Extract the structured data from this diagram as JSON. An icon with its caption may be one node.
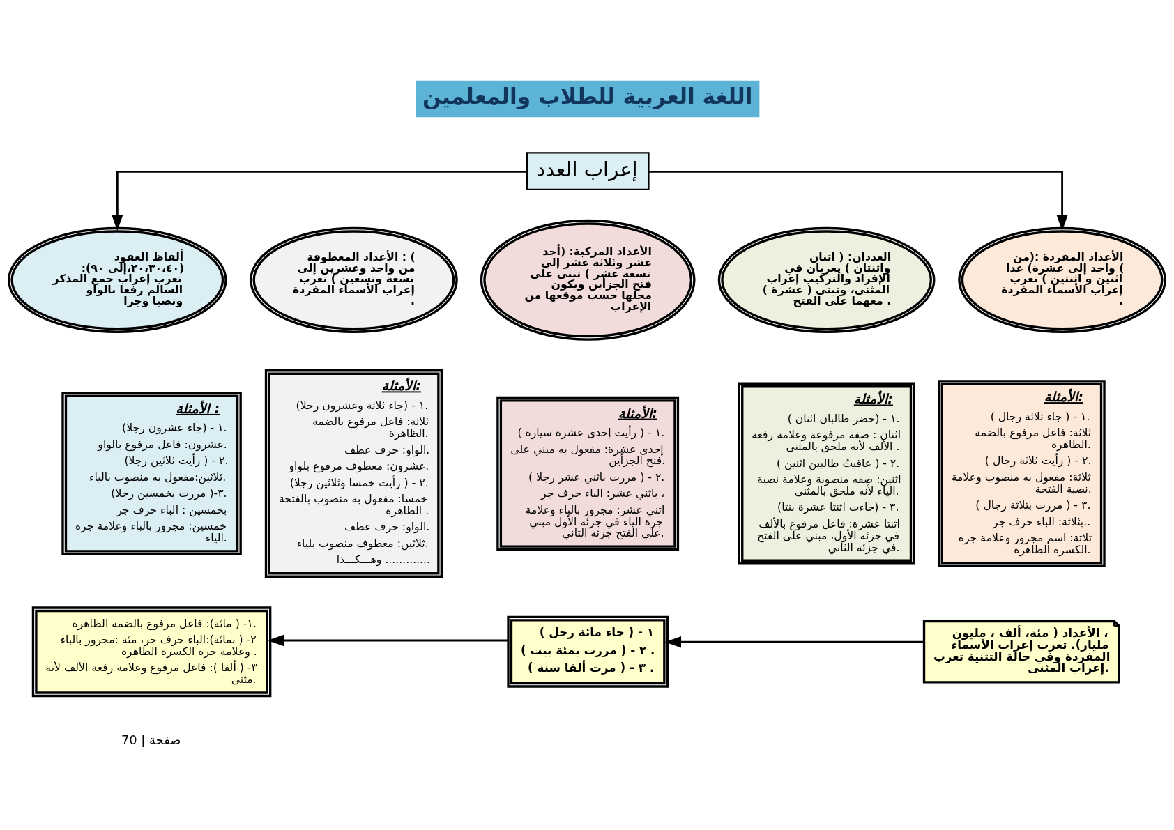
{
  "diagram": {
    "nodes": [
      {
        "text": [
          "إعراب العدد"
        ]
      },
      {
        "text": [
          "الأعداد المفردة :(من واحد إلى عشرة) عدا ( اثنين و اثنتين ) تعرب إعراب الأسماء المفردة ."
        ]
      },
      {
        "text": [
          "العددان: ( اثنان واثنتان ) يعربان في الإفراد والتركيب إعراب المثنى، وتبنى ( عشرة ) معهما على الفتح ."
        ]
      },
      {
        "text": [
          "الأعداد المركبة: (أحد عشر وثلاثة عشر إلى تسعة عشر ) تبنى على فتح الجزأين ويكون محلها حسب موقعها من الإعراب"
        ]
      },
      {
        "text": [
          "الأعداد المعطوفة : ( من واحد وعشرين إلى تسعة وتسعين ) تعرب إعراب الأسماء المفردة ."
        ]
      },
      {
        "text": [
          "ألفاظ العقود :(٢٠،٣٠،٤٠،إلى ٩٠) تعرب إعراب جمع المذكر السالم رفعا بالواو ونصبا وجرا"
        ]
      },
      {
        "text": [
          "الأمثلة:",
          "١ - ( جاء ثلاثة رجال ).",
          "ثلاثة: فاعل مرفوع بالضمة الظاهرة.",
          "٢ - ( رأيت ثلاثة رجال ).",
          "ثلاثة: مفعول به منصوب وعلامة نصبة الفتحة.",
          "٣ - ( مررت بثلاثة رجال ).",
          "بثلاثة: الباء حرف جر..",
          "ثلاثة: اسم مجرور وعلامة جره الكسره الظاهرة."
        ]
      },
      {
        "text": [
          "الأمثلة:",
          "١ - (حضر طالبان اثنان ).",
          "اثنان : صفه مرفوعة وعلامة رفعة الألف لأنه ملحق بالمثنى .",
          "٢ - ( عاقبتُ طالبين اثنين ).",
          "اثنين: صفه منصوبة وعلامة نصبة الياء لأنه ملحق بالمثنى.",
          "٣ - (جاءت اثنتا عشرة بنتا).",
          "اثنتا عشرة: فاعل مرفوع بالألف في جزئه الأول، مبني على الفتح في جزئه الثاني."
        ]
      },
      {
        "text": [
          "الأمثلة:",
          "١ - ( رأيت إحدى عشرة سيارة ).",
          "إحدى عشرة: مفعول به مبني على فتح الجزأين.",
          "٢ - ( مررت باثني عشر رجلا ).",
          "باثني عشر: الباء حرف جر ،",
          "اثني عشر: مجرور بالباء وعلامة جرة الياء في جزئه الأول مبني على الفتح جزئه الثاني."
        ]
      },
      {
        "text": [
          "الأمثلة:",
          "١ - (جاء ثلاثة وعشرون رجلا).",
          "ثلاثة: فاعل مرفوع بالضمة الظاهرة.",
          "الواو: حرف عطف.",
          "عشرون: معطوف مرفوع بلواو.",
          "٢ - ( رأيت خمسا وثلاثين رجلا).",
          "خمسا: مفعول به منصوب بالفتحة الظاهرة .",
          "الواو: حرف عطف.",
          "ثلاثين: معطوف منصوب بلياء.",
          "وهـــكـــذا ............."
        ]
      },
      {
        "text": [
          "الأمثلة :",
          "١ - (جاء عشرون رجلا).",
          "عشرون: فاعل مرفوع بالواو.",
          "٢ - ( رأيت ثلاثين رجلا).",
          "ثلاثين:مفعول به منصوب بالياء.",
          "٣-( مررت بخمسين رجلا).",
          "بخمسين : الباء حرف جر",
          "خمسين: مجرور بالباء وعلامة جره الياء."
        ]
      },
      {
        "text": [
          "الأعداد ( مئة، ألف ، مليون ، مليار). تعرب إعراب الأسماء المفردة وفي حالة التثنية تعرب إعراب المثنى."
        ]
      },
      {
        "text": [
          "١ - ( جاء مائة رجل )",
          "٢ - ( مررت بمئة بيت ) .",
          "٣ - ( مرت ألفا سنة ) ."
        ]
      },
      {
        "text": [
          "١- ( مائة): فاعل مرفوع بالضمة الظاهرة.",
          "٢- ( بمائة):الباء حرف جر، مئة :مجرور بالباء وعلامة جره الكسرة الظاهرة .",
          "٣- ( ألفا ): فاعل مرفوع وعلامة رفعة الألف لأنه مثنى."
        ]
      }
    ],
    "edges": [
      {
        "from": 0,
        "to": 1,
        "arrow": "to"
      },
      {
        "from": 0,
        "to": 5,
        "arrow": "to"
      },
      {
        "from": 11,
        "to": 12,
        "arrow": "to"
      },
      {
        "from": 12,
        "to": 13,
        "arrow": "to"
      }
    ],
    "labels": [
      "اللغة العربية للطلاب والمعلمين",
      "70 | صفحة"
    ]
  }
}
